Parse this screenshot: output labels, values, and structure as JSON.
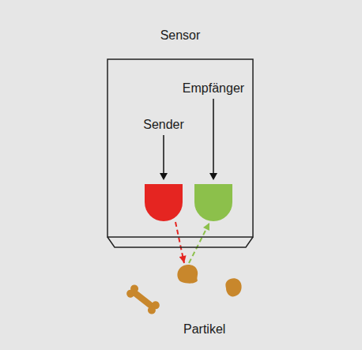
{
  "diagram": {
    "nodes": [
      {
        "text": [
          "Sensor"
        ]
      },
      {
        "text": [
          "Sender"
        ],
        "in": 0
      },
      {
        "text": [
          "Empfänger"
        ],
        "in": 0
      },
      {
        "text": [
          "Partikel"
        ]
      }
    ],
    "edges": [
      {
        "from": 1,
        "to": 3,
        "arrow": "to"
      },
      {
        "from": 3,
        "to": 2,
        "arrow": "to"
      }
    ]
  }
}
